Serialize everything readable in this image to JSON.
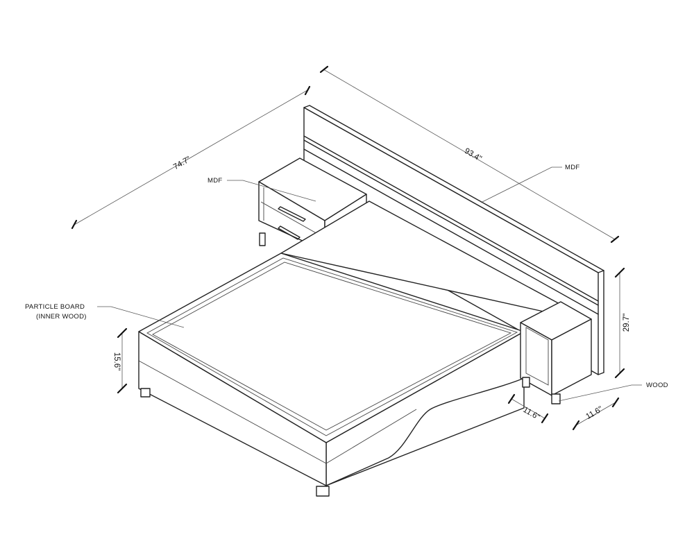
{
  "dimensions": {
    "width_overall": "74.7\"",
    "length_overall": "93.4\"",
    "bed_height": "15.6\"",
    "headboard_height": "29.7\"",
    "side_table_depth": "11.6\"",
    "side_table_width": "11.6\""
  },
  "material_labels": {
    "side_table_left": "MDF",
    "headboard": "MDF",
    "base_line1": "PARTICLE BOARD",
    "base_line2": "(INNER WOOD)",
    "legs": "WOOD"
  }
}
